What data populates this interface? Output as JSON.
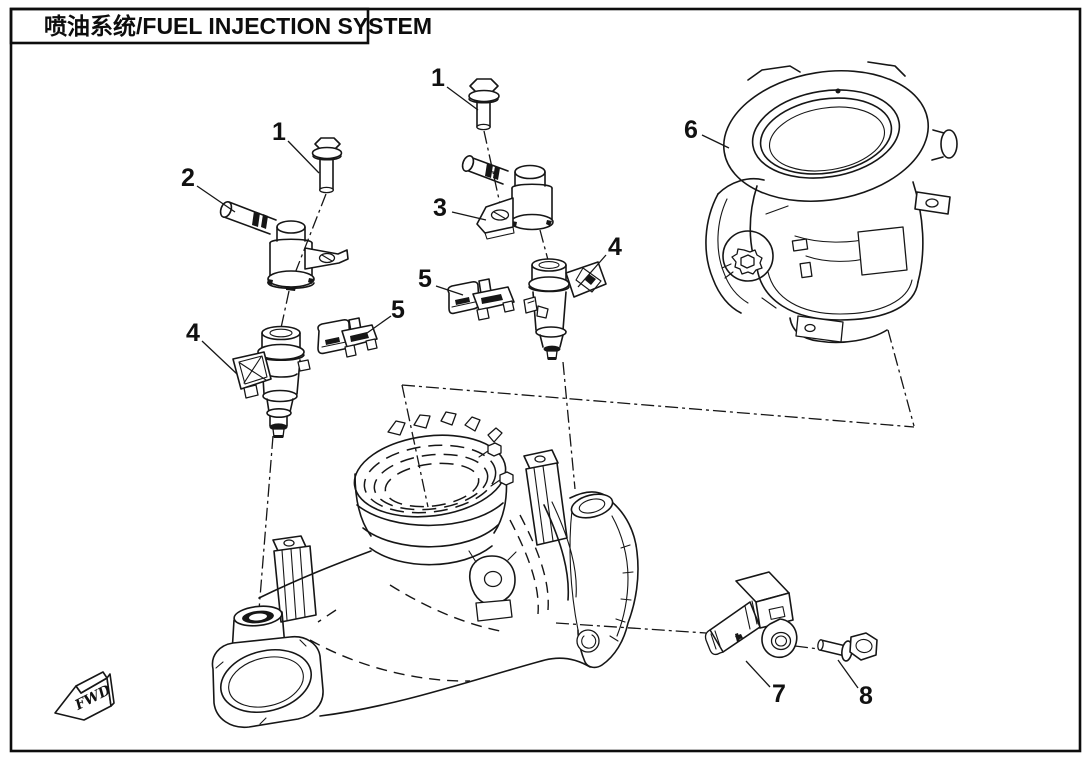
{
  "title": {
    "text": "喷油系统/FUEL INJECTION SYSTEM"
  },
  "fwd_label": "FWD",
  "callouts": {
    "c1a": "1",
    "c1b": "1",
    "c2": "2",
    "c3": "3",
    "c4a": "4",
    "c4b": "4",
    "c5a": "5",
    "c5b": "5",
    "c6": "6",
    "c7": "7",
    "c8": "8"
  }
}
